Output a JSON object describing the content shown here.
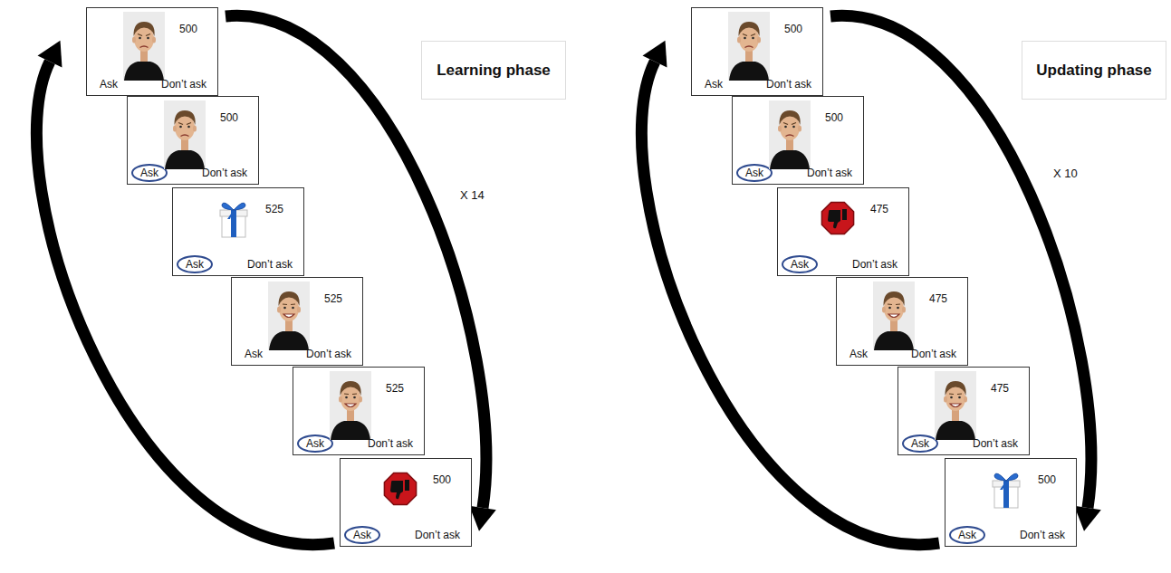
{
  "diagram": {
    "nodes": [
      {
        "text": [
          "Learning phase"
        ]
      },
      {
        "text": [
          "500",
          "Ask",
          "Don’t ask"
        ]
      },
      {
        "text": [
          "500",
          "Ask",
          "Don’t ask"
        ]
      },
      {
        "text": [
          "525",
          "Ask",
          "Don’t ask"
        ]
      },
      {
        "text": [
          "525",
          "Ask",
          "Don’t ask"
        ]
      },
      {
        "text": [
          "525",
          "Ask",
          "Don’t ask"
        ]
      },
      {
        "text": [
          "500",
          "Ask",
          "Don’t ask"
        ]
      },
      {
        "text": [
          "Updating phase"
        ]
      },
      {
        "text": [
          "500",
          "Ask",
          "Don’t ask"
        ]
      },
      {
        "text": [
          "500",
          "Ask",
          "Don’t ask"
        ]
      },
      {
        "text": [
          "475",
          "Ask",
          "Don’t ask"
        ]
      },
      {
        "text": [
          "475",
          "Ask",
          "Don’t ask"
        ]
      },
      {
        "text": [
          "475",
          "Ask",
          "Don’t ask"
        ]
      },
      {
        "text": [
          "500",
          "Ask",
          "Don’t ask"
        ]
      }
    ],
    "edges": [
      {
        "from": 1,
        "to": 6,
        "arrow": "to"
      },
      {
        "from": 6,
        "to": 1,
        "arrow": "to"
      },
      {
        "from": 8,
        "to": 13,
        "arrow": "to"
      },
      {
        "from": 13,
        "to": 8,
        "arrow": "to"
      }
    ],
    "labels": [
      "X 14",
      "X 10"
    ]
  }
}
